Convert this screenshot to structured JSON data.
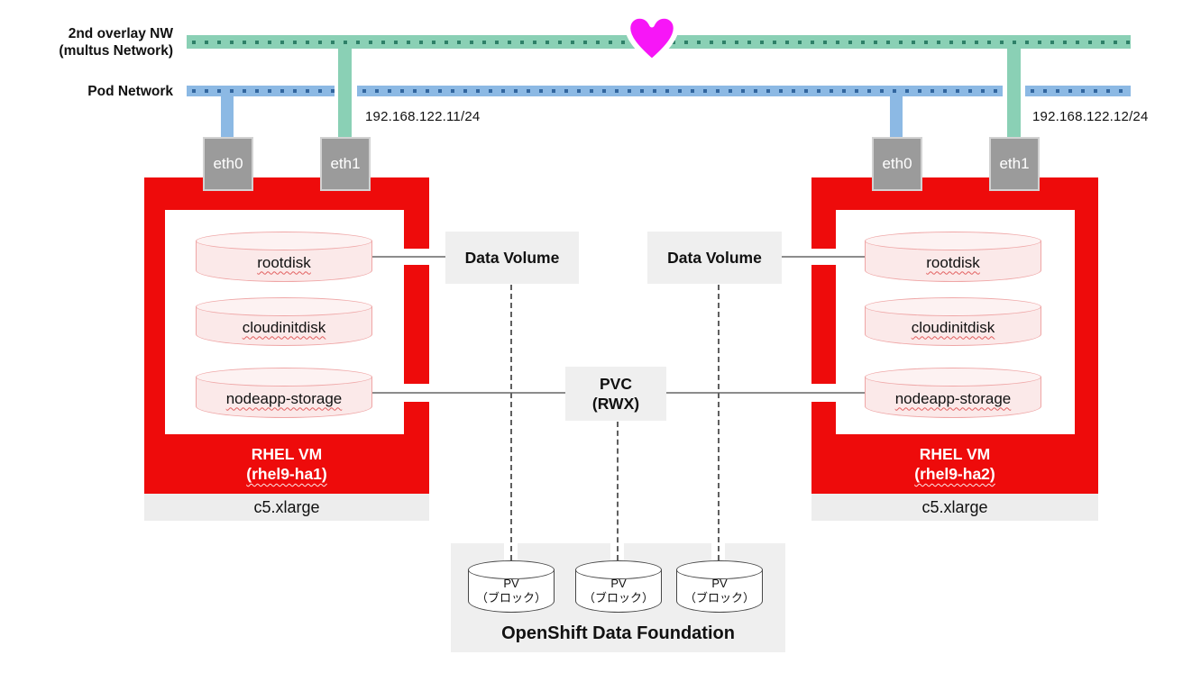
{
  "networks": {
    "overlay": {
      "label_line1": "2nd overlay NW",
      "label_line2": "(multus Network)"
    },
    "pod": {
      "label": "Pod Network"
    },
    "ip_left": "192.168.122.11/24",
    "ip_right": "192.168.122.12/24"
  },
  "vm_left": {
    "nic0": "eth0",
    "nic1": "eth1",
    "disk0": "rootdisk",
    "disk1": "cloudinitdisk",
    "disk2": "nodeapp-storage",
    "title": "RHEL VM",
    "subtitle": "(rhel9-ha1)",
    "instance_type": "c5.xlarge"
  },
  "vm_right": {
    "nic0": "eth0",
    "nic1": "eth1",
    "disk0": "rootdisk",
    "disk1": "cloudinitdisk",
    "disk2": "nodeapp-storage",
    "title": "RHEL VM",
    "subtitle": "(rhel9-ha2)",
    "instance_type": "c5.xlarge"
  },
  "storage": {
    "data_volume_left": "Data Volume",
    "data_volume_right": "Data Volume",
    "pvc_line1": "PVC",
    "pvc_line2": "(RWX)",
    "pv_line1": "PV",
    "pv_line2": "（ブロック）",
    "odf_title": "OpenShift Data Foundation"
  },
  "icons": {
    "heart": "♥"
  },
  "colors": {
    "red": "#ee0b0b",
    "heart_magenta": "#f716f7",
    "overlay_green": "#8ad0b5",
    "overlay_green_dot": "#2e8068",
    "pod_blue": "#8cb9e4",
    "pod_blue_dot": "#33679f",
    "nic_gray": "#9b9b9b",
    "panel_gray": "#efefef",
    "disk_pink": "#fbe9e9",
    "disk_pink_border": "#efa6a6"
  }
}
